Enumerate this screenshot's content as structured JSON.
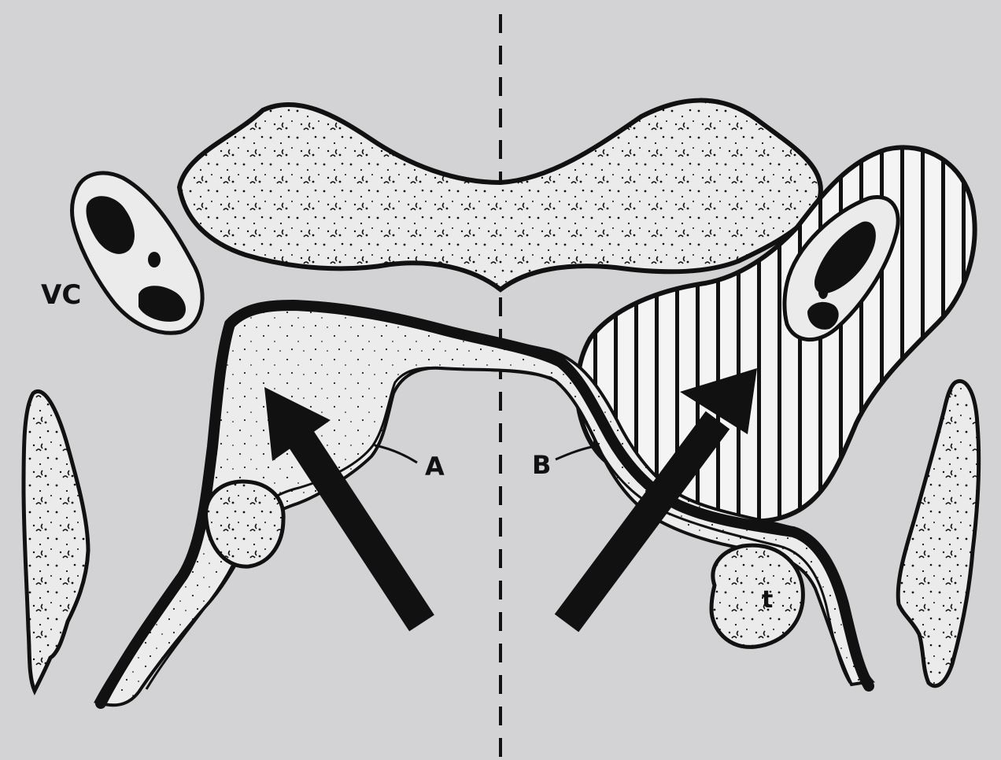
{
  "labels": {
    "vc": "VC",
    "a": "A",
    "b": "B",
    "t": "t"
  },
  "colors": {
    "background": "#d3d3d5",
    "ink": "#111111",
    "fill": "#e9e9ea"
  }
}
